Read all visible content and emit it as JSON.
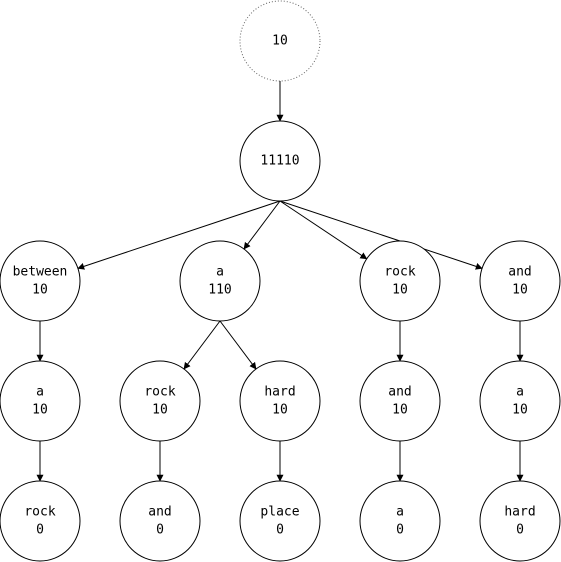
{
  "nodes": [
    {
      "id": "root",
      "lines": [
        "10"
      ],
      "dotted": true
    },
    {
      "id": "n11110",
      "lines": [
        "11110"
      ]
    },
    {
      "id": "between",
      "lines": [
        "between",
        "10"
      ]
    },
    {
      "id": "a110",
      "lines": [
        "a",
        "110"
      ]
    },
    {
      "id": "rock10",
      "lines": [
        "rock",
        "10"
      ]
    },
    {
      "id": "and10",
      "lines": [
        "and",
        "10"
      ]
    },
    {
      "id": "a10_l",
      "lines": [
        "a",
        "10"
      ]
    },
    {
      "id": "rock10_b",
      "lines": [
        "rock",
        "10"
      ]
    },
    {
      "id": "hard10",
      "lines": [
        "hard",
        "10"
      ]
    },
    {
      "id": "and10_b",
      "lines": [
        "and",
        "10"
      ]
    },
    {
      "id": "a10_r",
      "lines": [
        "a",
        "10"
      ]
    },
    {
      "id": "rock0",
      "lines": [
        "rock",
        "0"
      ]
    },
    {
      "id": "and0",
      "lines": [
        "and",
        "0"
      ]
    },
    {
      "id": "place0",
      "lines": [
        "place",
        "0"
      ]
    },
    {
      "id": "a0",
      "lines": [
        "a",
        "0"
      ]
    },
    {
      "id": "hard0",
      "lines": [
        "hard",
        "0"
      ]
    }
  ],
  "edges": [
    [
      "root",
      "n11110"
    ],
    [
      "n11110",
      "between"
    ],
    [
      "n11110",
      "a110"
    ],
    [
      "n11110",
      "rock10"
    ],
    [
      "n11110",
      "and10"
    ],
    [
      "between",
      "a10_l"
    ],
    [
      "a110",
      "rock10_b"
    ],
    [
      "a110",
      "hard10"
    ],
    [
      "rock10",
      "and10_b"
    ],
    [
      "and10",
      "a10_r"
    ],
    [
      "a10_l",
      "rock0"
    ],
    [
      "rock10_b",
      "and0"
    ],
    [
      "hard10",
      "place0"
    ],
    [
      "and10_b",
      "a0"
    ],
    [
      "a10_r",
      "hard0"
    ]
  ]
}
